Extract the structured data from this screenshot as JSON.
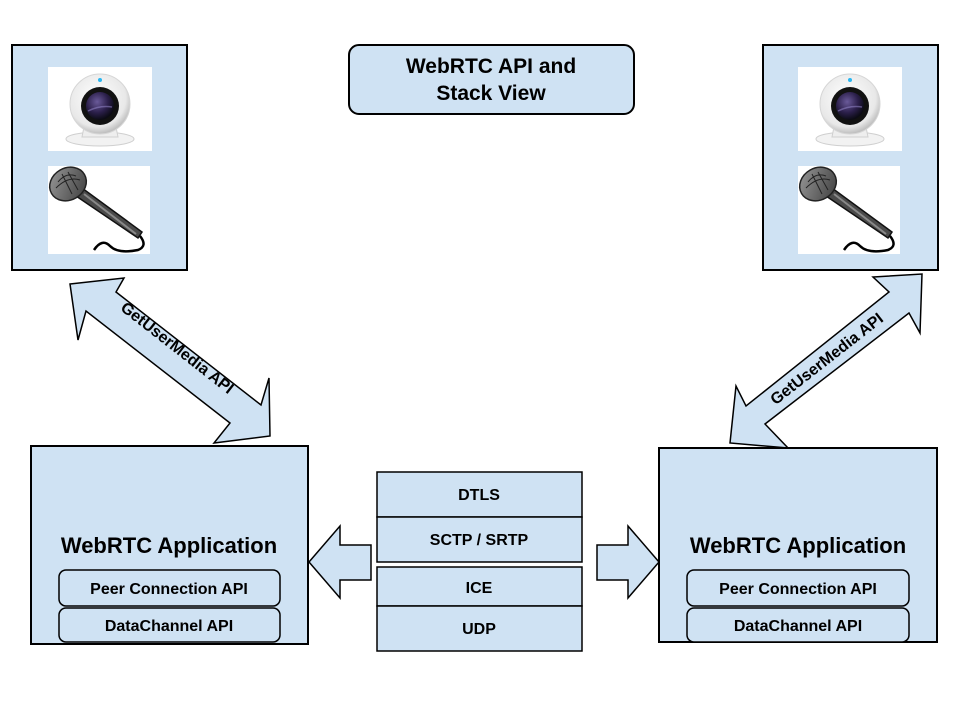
{
  "title": {
    "line1": "WebRTC API and",
    "line2": "Stack View"
  },
  "colors": {
    "box_fill": "#cfe2f3",
    "stroke": "#000000",
    "background": "#ffffff"
  },
  "devices": [
    {
      "side": "left",
      "icons": [
        "webcam",
        "microphone"
      ]
    },
    {
      "side": "right",
      "icons": [
        "webcam",
        "microphone"
      ]
    }
  ],
  "media_arrows": {
    "left_label": "GetUserMedia API",
    "right_label": "GetUserMedia API"
  },
  "left_app": {
    "title": "WebRTC Application",
    "apis": [
      "Peer Connection API",
      "DataChannel API"
    ]
  },
  "right_app": {
    "title": "WebRTC Application",
    "apis": [
      "Peer Connection API",
      "DataChannel API"
    ]
  },
  "stack": {
    "upper": [
      "DTLS",
      "SCTP / SRTP"
    ],
    "lower": [
      "ICE",
      "UDP"
    ]
  }
}
